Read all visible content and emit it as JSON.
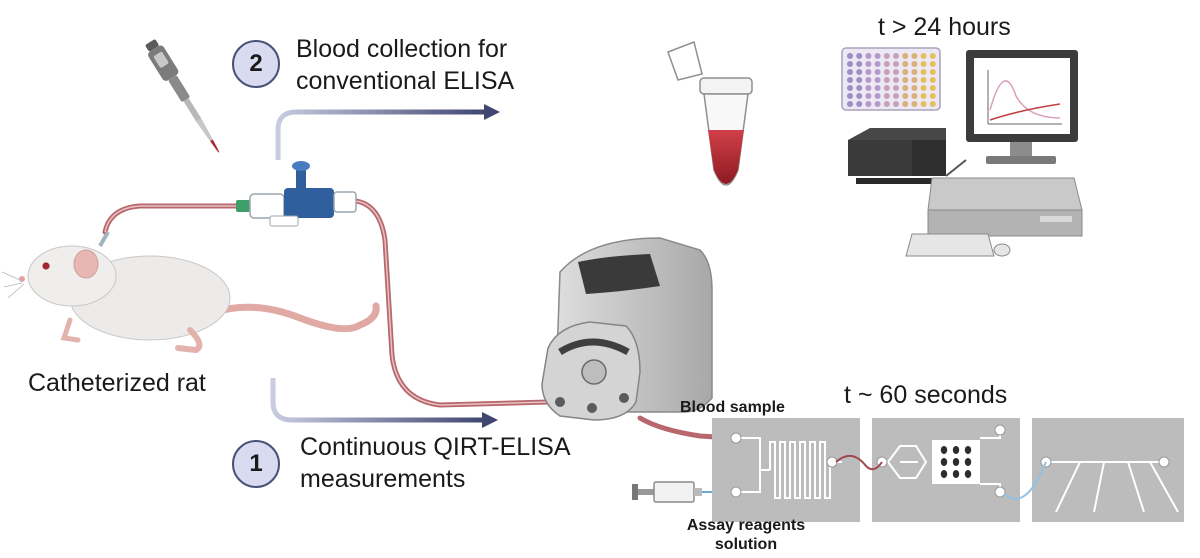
{
  "labels": {
    "step2_number": "2",
    "step2_line1": "Blood collection for",
    "step2_line2": "conventional ELISA",
    "time_long": "t > 24 hours",
    "rat": "Catheterized rat",
    "step1_number": "1",
    "step1_line1": "Continuous QIRT-ELISA",
    "step1_line2": "measurements",
    "time_short": "t ~ 60 seconds",
    "blood_sample": "Blood sample",
    "reagents_line1": "Assay reagents",
    "reagents_line2": "solution"
  },
  "icons": [
    "pipette-icon",
    "rat-icon",
    "stopcock-icon",
    "microtube-icon",
    "well-plate-icon",
    "plate-reader-icon",
    "computer-icon",
    "peristaltic-pump-icon",
    "syringe-icon",
    "microfluidic-chip-icon"
  ],
  "colors": {
    "arrow": "#4a5078",
    "tube": "#b05a60",
    "chip": "#bcbcbc",
    "badge_fill": "#d9dcf0",
    "blood": "#b0242c"
  }
}
